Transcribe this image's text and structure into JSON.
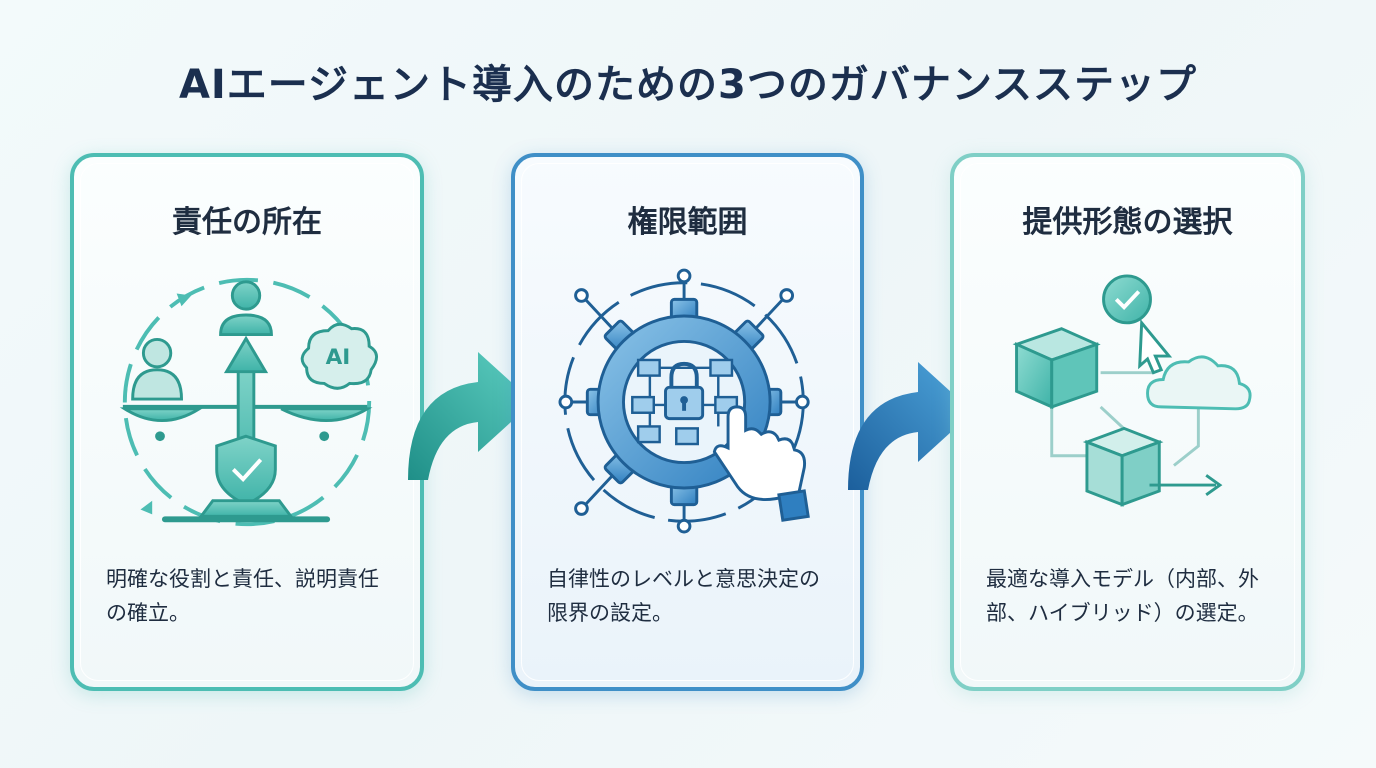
{
  "title": "AIエージェント導入のための3つのガバナンスステップ",
  "steps": [
    {
      "title": "責任の所在",
      "description": "明確な役割と責任、説明責任の確立。",
      "illustration_text": "AI"
    },
    {
      "title": "権限範囲",
      "description": "自律性のレベルと意思決定の限界の設定。"
    },
    {
      "title": "提供形態の選択",
      "description": "最適な導入モデル（内部、外部、ハイブリッド）の選定。"
    }
  ],
  "colors": {
    "title": "#1b2f4f",
    "teal": "#3fb3a8",
    "blue": "#2f7fc0",
    "light_teal": "#7fcfc6"
  }
}
